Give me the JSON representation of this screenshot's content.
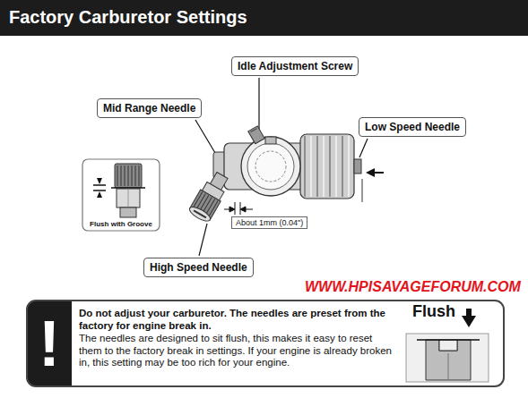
{
  "diagram": {
    "title": "Factory Carburetor Settings",
    "nodes": [
      {
        "text": [
          "Idle Adjustment Screw"
        ]
      },
      {
        "text": [
          "Mid Range Needle"
        ]
      },
      {
        "text": [
          "Low Speed Needle"
        ]
      },
      {
        "text": [
          "Flush with Groove"
        ]
      },
      {
        "text": [
          "About 1mm (0.04\")"
        ]
      },
      {
        "text": [
          "High Speed Needle"
        ]
      },
      {
        "text": [
          "Do not adjust your carburetor.  The needles are preset from the factory for engine break in.",
          "The needles are designed to sit flush, this makes it easy to reset them to the factory break in settings.  If your engine is already broken in, this setting may be too rich for your engine."
        ]
      },
      {
        "text": [
          "Flush"
        ],
        "in": 6
      }
    ],
    "labels": [
      "WWW.HPISAVAGEFORUM.COM",
      "!"
    ]
  }
}
